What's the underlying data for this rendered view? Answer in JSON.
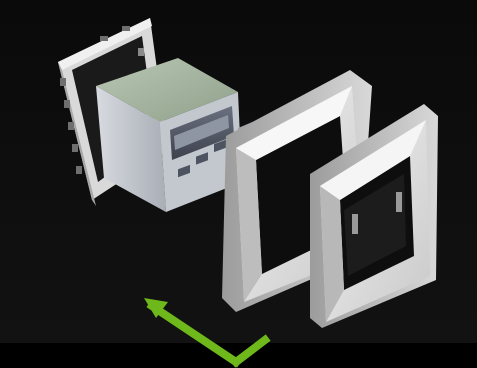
{
  "image": {
    "subject": "exploded-view-electrical-wall-device",
    "parts": [
      "mounting-bracket",
      "device-module",
      "cover-frame",
      "outer-frame"
    ]
  },
  "annotation": {
    "icon": "arrow-up-left-icon",
    "color": "#6fb81b"
  },
  "colors": {
    "background": "#000000",
    "frame_white": "#e6e6e6",
    "module_body": "#c8ccd2",
    "module_display": "#3a3f4a"
  }
}
